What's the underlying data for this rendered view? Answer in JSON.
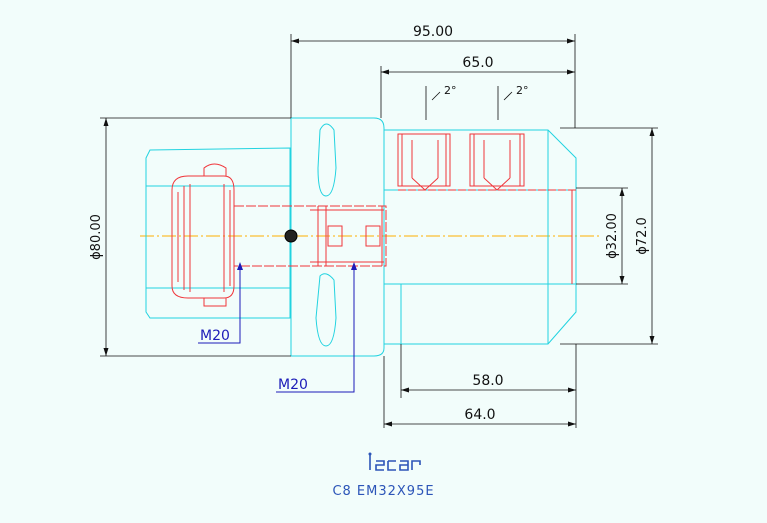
{
  "colors": {
    "background": "#f2fdfb",
    "outline": "#22d3e0",
    "detail": "#f0353a",
    "dimension": "#111111",
    "leader": "#1c1cb8",
    "centerline": "#ffb000",
    "caption": "#2c55b8"
  },
  "dimensions": {
    "overall_length": "95.00",
    "body_length": "65.0",
    "angle_left": "2°",
    "angle_right": "2°",
    "diameter_flange": "ϕ80.00",
    "diameter_bore": "ϕ32.00",
    "diameter_body": "ϕ72.0",
    "length_58": "58.0",
    "length_64": "64.0"
  },
  "callouts": {
    "thread_left": "M20",
    "thread_right": "M20"
  },
  "caption": {
    "logo": "iscar",
    "part_number": "C8 EM32X95E"
  }
}
